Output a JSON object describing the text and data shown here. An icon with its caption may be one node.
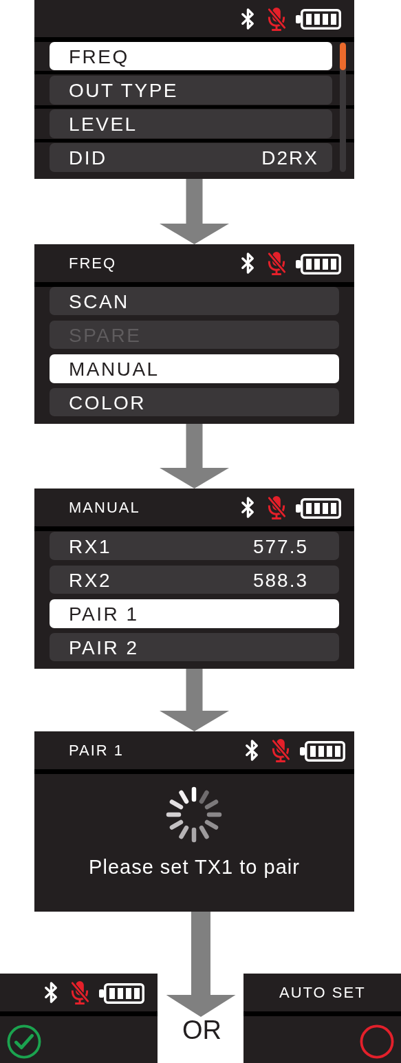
{
  "diagram": {
    "nodes": [
      {
        "text": [],
        "shape": "box"
      },
      {
        "text": [
          "FREQ"
        ],
        "in": 0
      },
      {
        "text": [
          "OUT TYPE"
        ],
        "in": 0
      },
      {
        "text": [
          "LEVEL"
        ],
        "in": 0
      },
      {
        "text": [
          "DID",
          "D2RX"
        ],
        "in": 0
      },
      {
        "text": [
          "FREQ"
        ]
      },
      {
        "text": [
          "SCAN"
        ],
        "in": 5
      },
      {
        "text": [
          "SPARE"
        ],
        "in": 5
      },
      {
        "text": [
          "MANUAL"
        ],
        "in": 5
      },
      {
        "text": [
          "COLOR"
        ],
        "in": 5
      },
      {
        "text": [
          "MANUAL"
        ]
      },
      {
        "text": [
          "RX1",
          "577.5"
        ],
        "in": 10
      },
      {
        "text": [
          "RX2",
          "588.3"
        ],
        "in": 10
      },
      {
        "text": [
          "PAIR 1"
        ],
        "in": 10
      },
      {
        "text": [
          "PAIR 2"
        ],
        "in": 10
      },
      {
        "text": [
          "PAIR 1",
          "Please set TX1 to pair"
        ]
      },
      {
        "text": [],
        "shape": "box"
      },
      {
        "text": [
          "OR"
        ]
      },
      {
        "text": [
          "AUTO SET"
        ]
      }
    ],
    "edges": [
      {
        "from": 0,
        "to": 5,
        "arrow": "to"
      },
      {
        "from": 5,
        "to": 10,
        "arrow": "to"
      },
      {
        "from": 10,
        "to": 15,
        "arrow": "to"
      },
      {
        "from": 15,
        "to": 17,
        "arrow": "to"
      }
    ]
  }
}
